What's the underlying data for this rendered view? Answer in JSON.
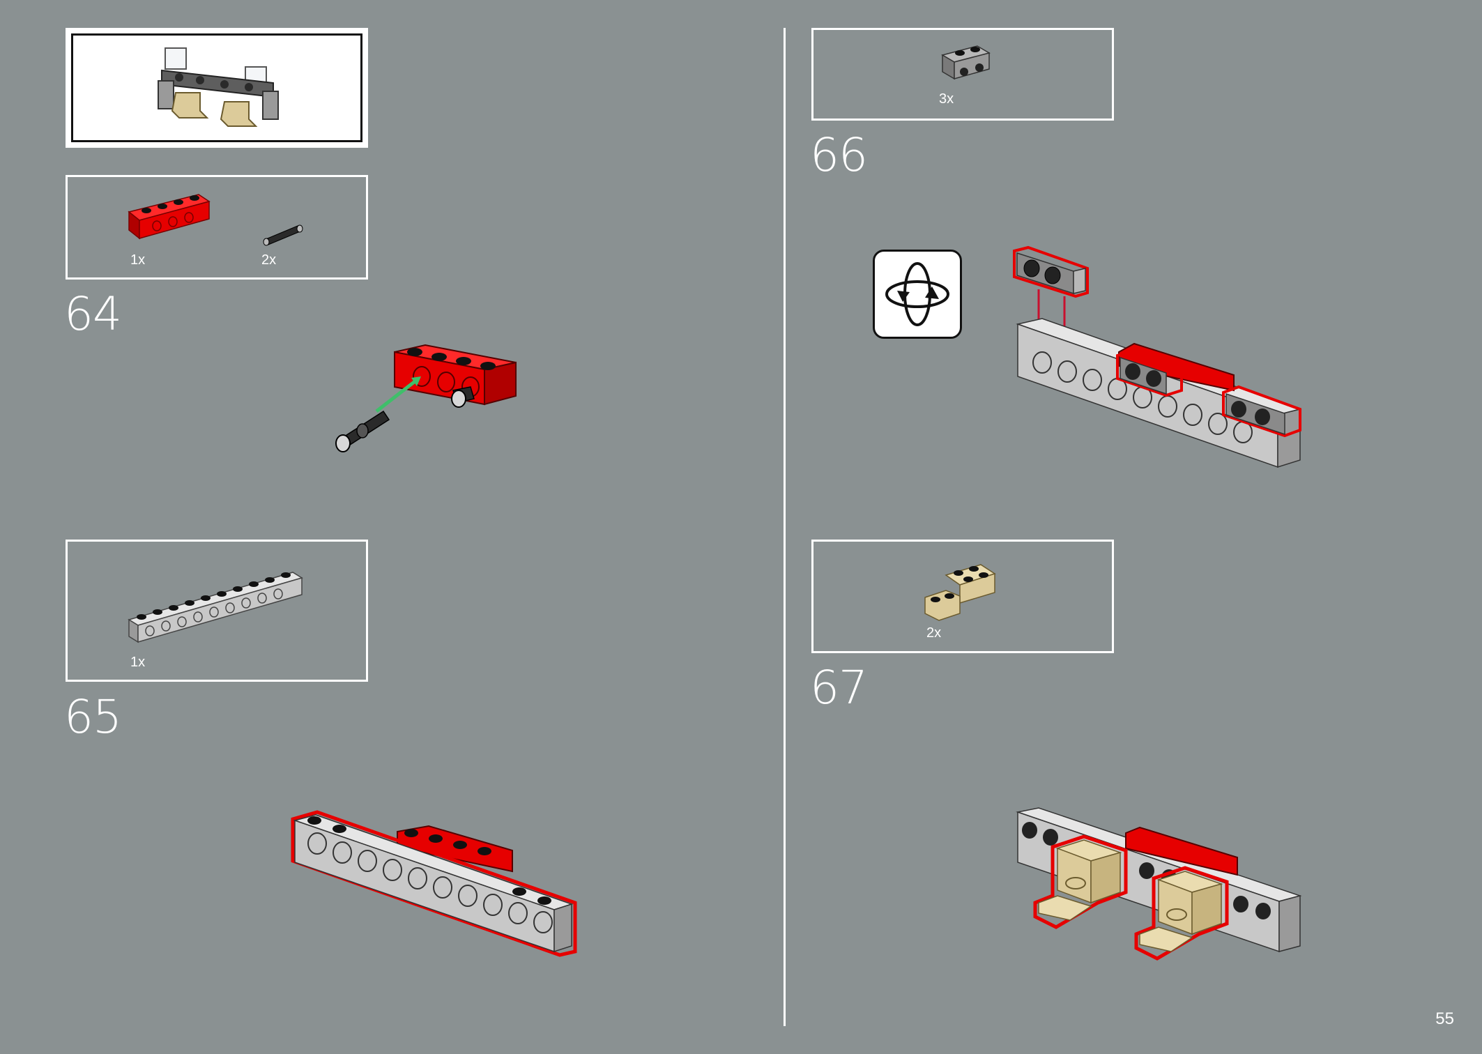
{
  "page_number": "55",
  "steps": [
    {
      "number": "64",
      "parts": [
        {
          "qty": "1x",
          "part": "red-technic-brick-1x4-icon"
        },
        {
          "qty": "2x",
          "part": "black-friction-pin-icon"
        }
      ]
    },
    {
      "number": "65",
      "parts": [
        {
          "qty": "1x",
          "part": "light-gray-technic-brick-1x10-icon"
        }
      ]
    },
    {
      "number": "66",
      "parts": [
        {
          "qty": "3x",
          "part": "dark-gray-bracket-1x2-icon"
        }
      ]
    },
    {
      "number": "67",
      "parts": [
        {
          "qty": "2x",
          "part": "tan-bracket-icon"
        }
      ]
    }
  ],
  "colors": {
    "background": "#8a9192",
    "red_brick": "#e60000",
    "highlight": "#e60000",
    "light_gray": "#c8c8c8",
    "dark_gray": "#7a7a7a",
    "tan": "#dccb9a",
    "insertion_arrow": "#3fbf6a"
  },
  "icons": {
    "rotate": "rotate-model-icon"
  }
}
